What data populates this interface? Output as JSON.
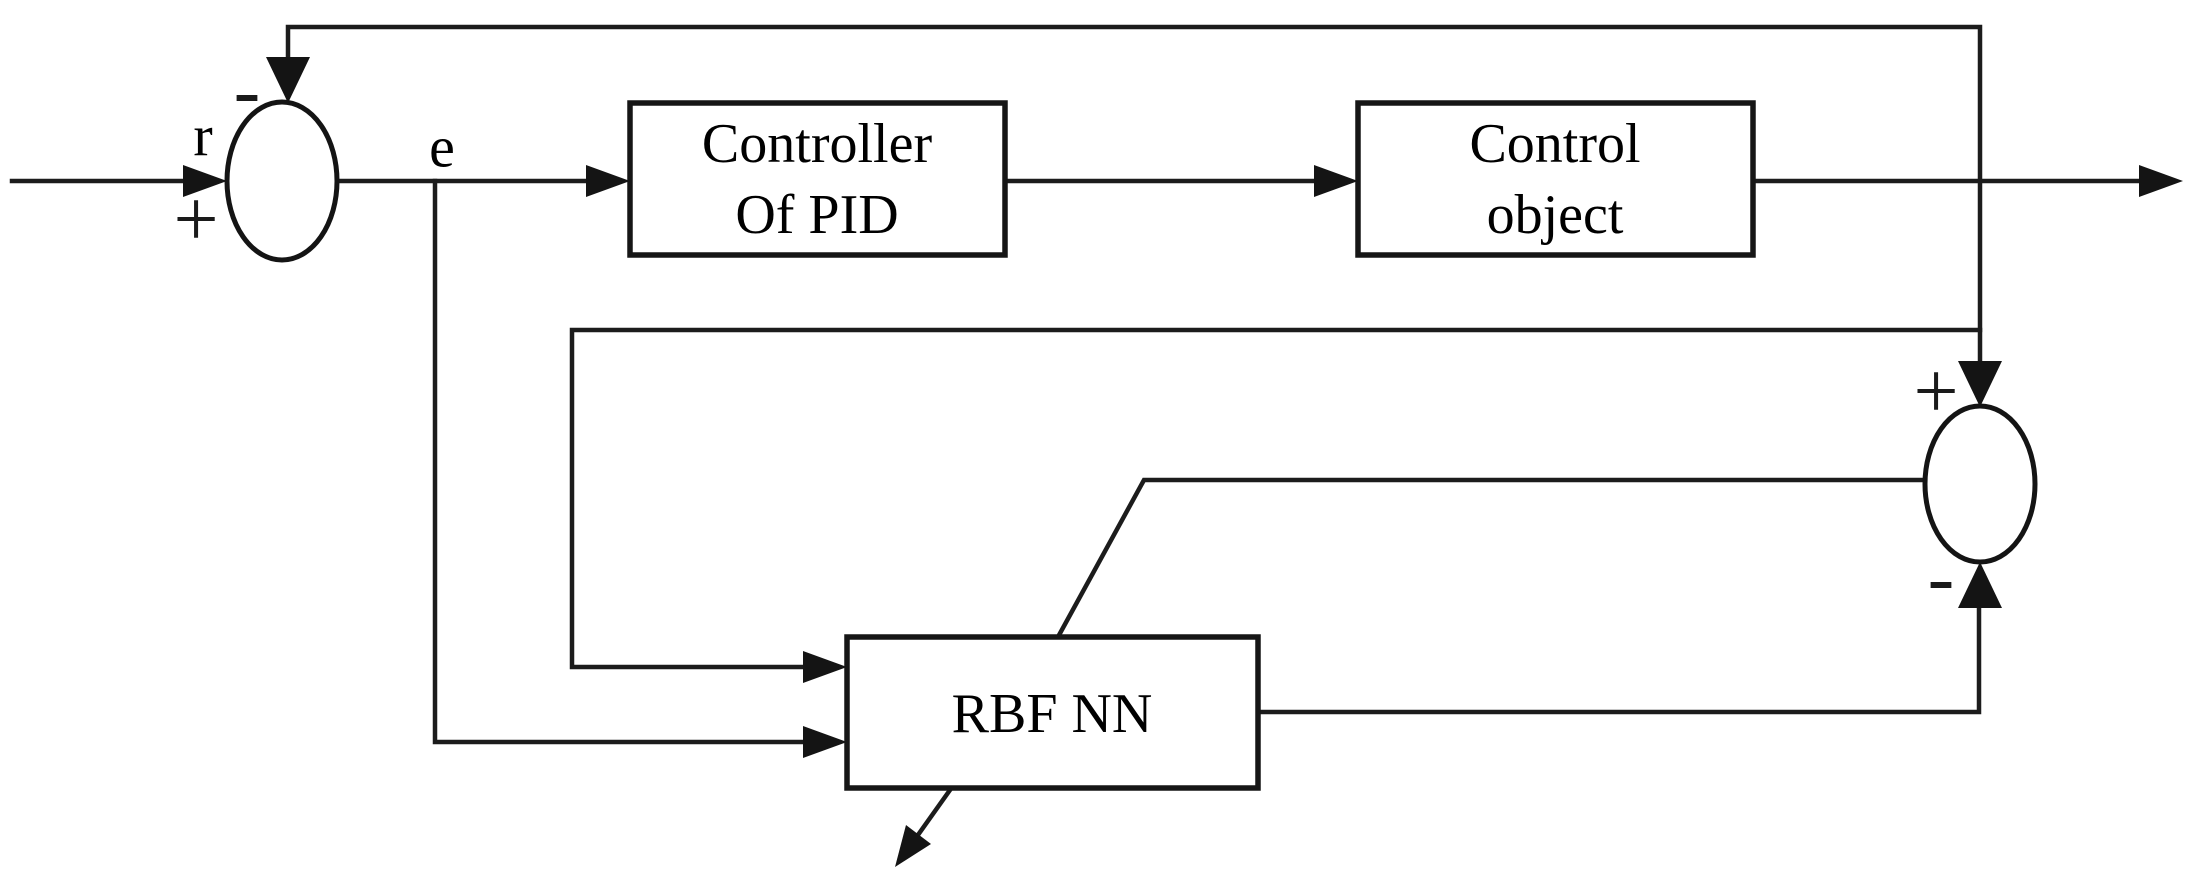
{
  "diagram": {
    "background_color": "#ffffff",
    "stroke_color": "#1c1c1c",
    "text_color": "#000000",
    "blocks": {
      "pid": {
        "line1": "Controller",
        "line2": "Of PID"
      },
      "plant": {
        "line1": "Control",
        "line2": "object"
      },
      "rbf": {
        "label": "RBF NN"
      }
    },
    "signals": {
      "reference_label": "r",
      "error_label": "e"
    },
    "junctions": {
      "sum1": {
        "left_sign": "+",
        "top_sign": "-"
      },
      "sum2": {
        "top_sign": "+",
        "bottom_sign": "-"
      }
    }
  }
}
